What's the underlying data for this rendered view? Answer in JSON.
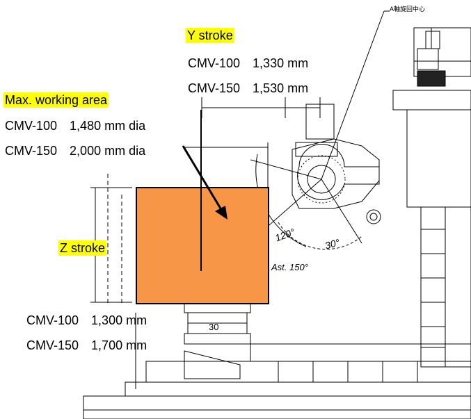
{
  "top_annotation": "A軸旋回中心",
  "y_stroke": {
    "label": "Y stroke",
    "rows": [
      {
        "model": "CMV-100",
        "value": "1,330 mm"
      },
      {
        "model": "CMV-150",
        "value": "1,530 mm"
      }
    ]
  },
  "working_area": {
    "label": "Max. working area",
    "rows": [
      {
        "model": "CMV-100",
        "value": "1,480 mm dia"
      },
      {
        "model": "CMV-150",
        "value": "2,000 mm dia"
      }
    ]
  },
  "z_stroke": {
    "label": "Z stroke",
    "rows": [
      {
        "model": "CMV-100",
        "value": "1,300 mm"
      },
      {
        "model": "CMV-150",
        "value": "1,700 mm"
      }
    ]
  },
  "angles": {
    "a": "120°",
    "b": "30°",
    "c": "Ast. 150°"
  },
  "dimension_30": "30",
  "colors": {
    "highlight": "#ffff00",
    "working_area_fill": "#f79646",
    "line": "#000000"
  }
}
